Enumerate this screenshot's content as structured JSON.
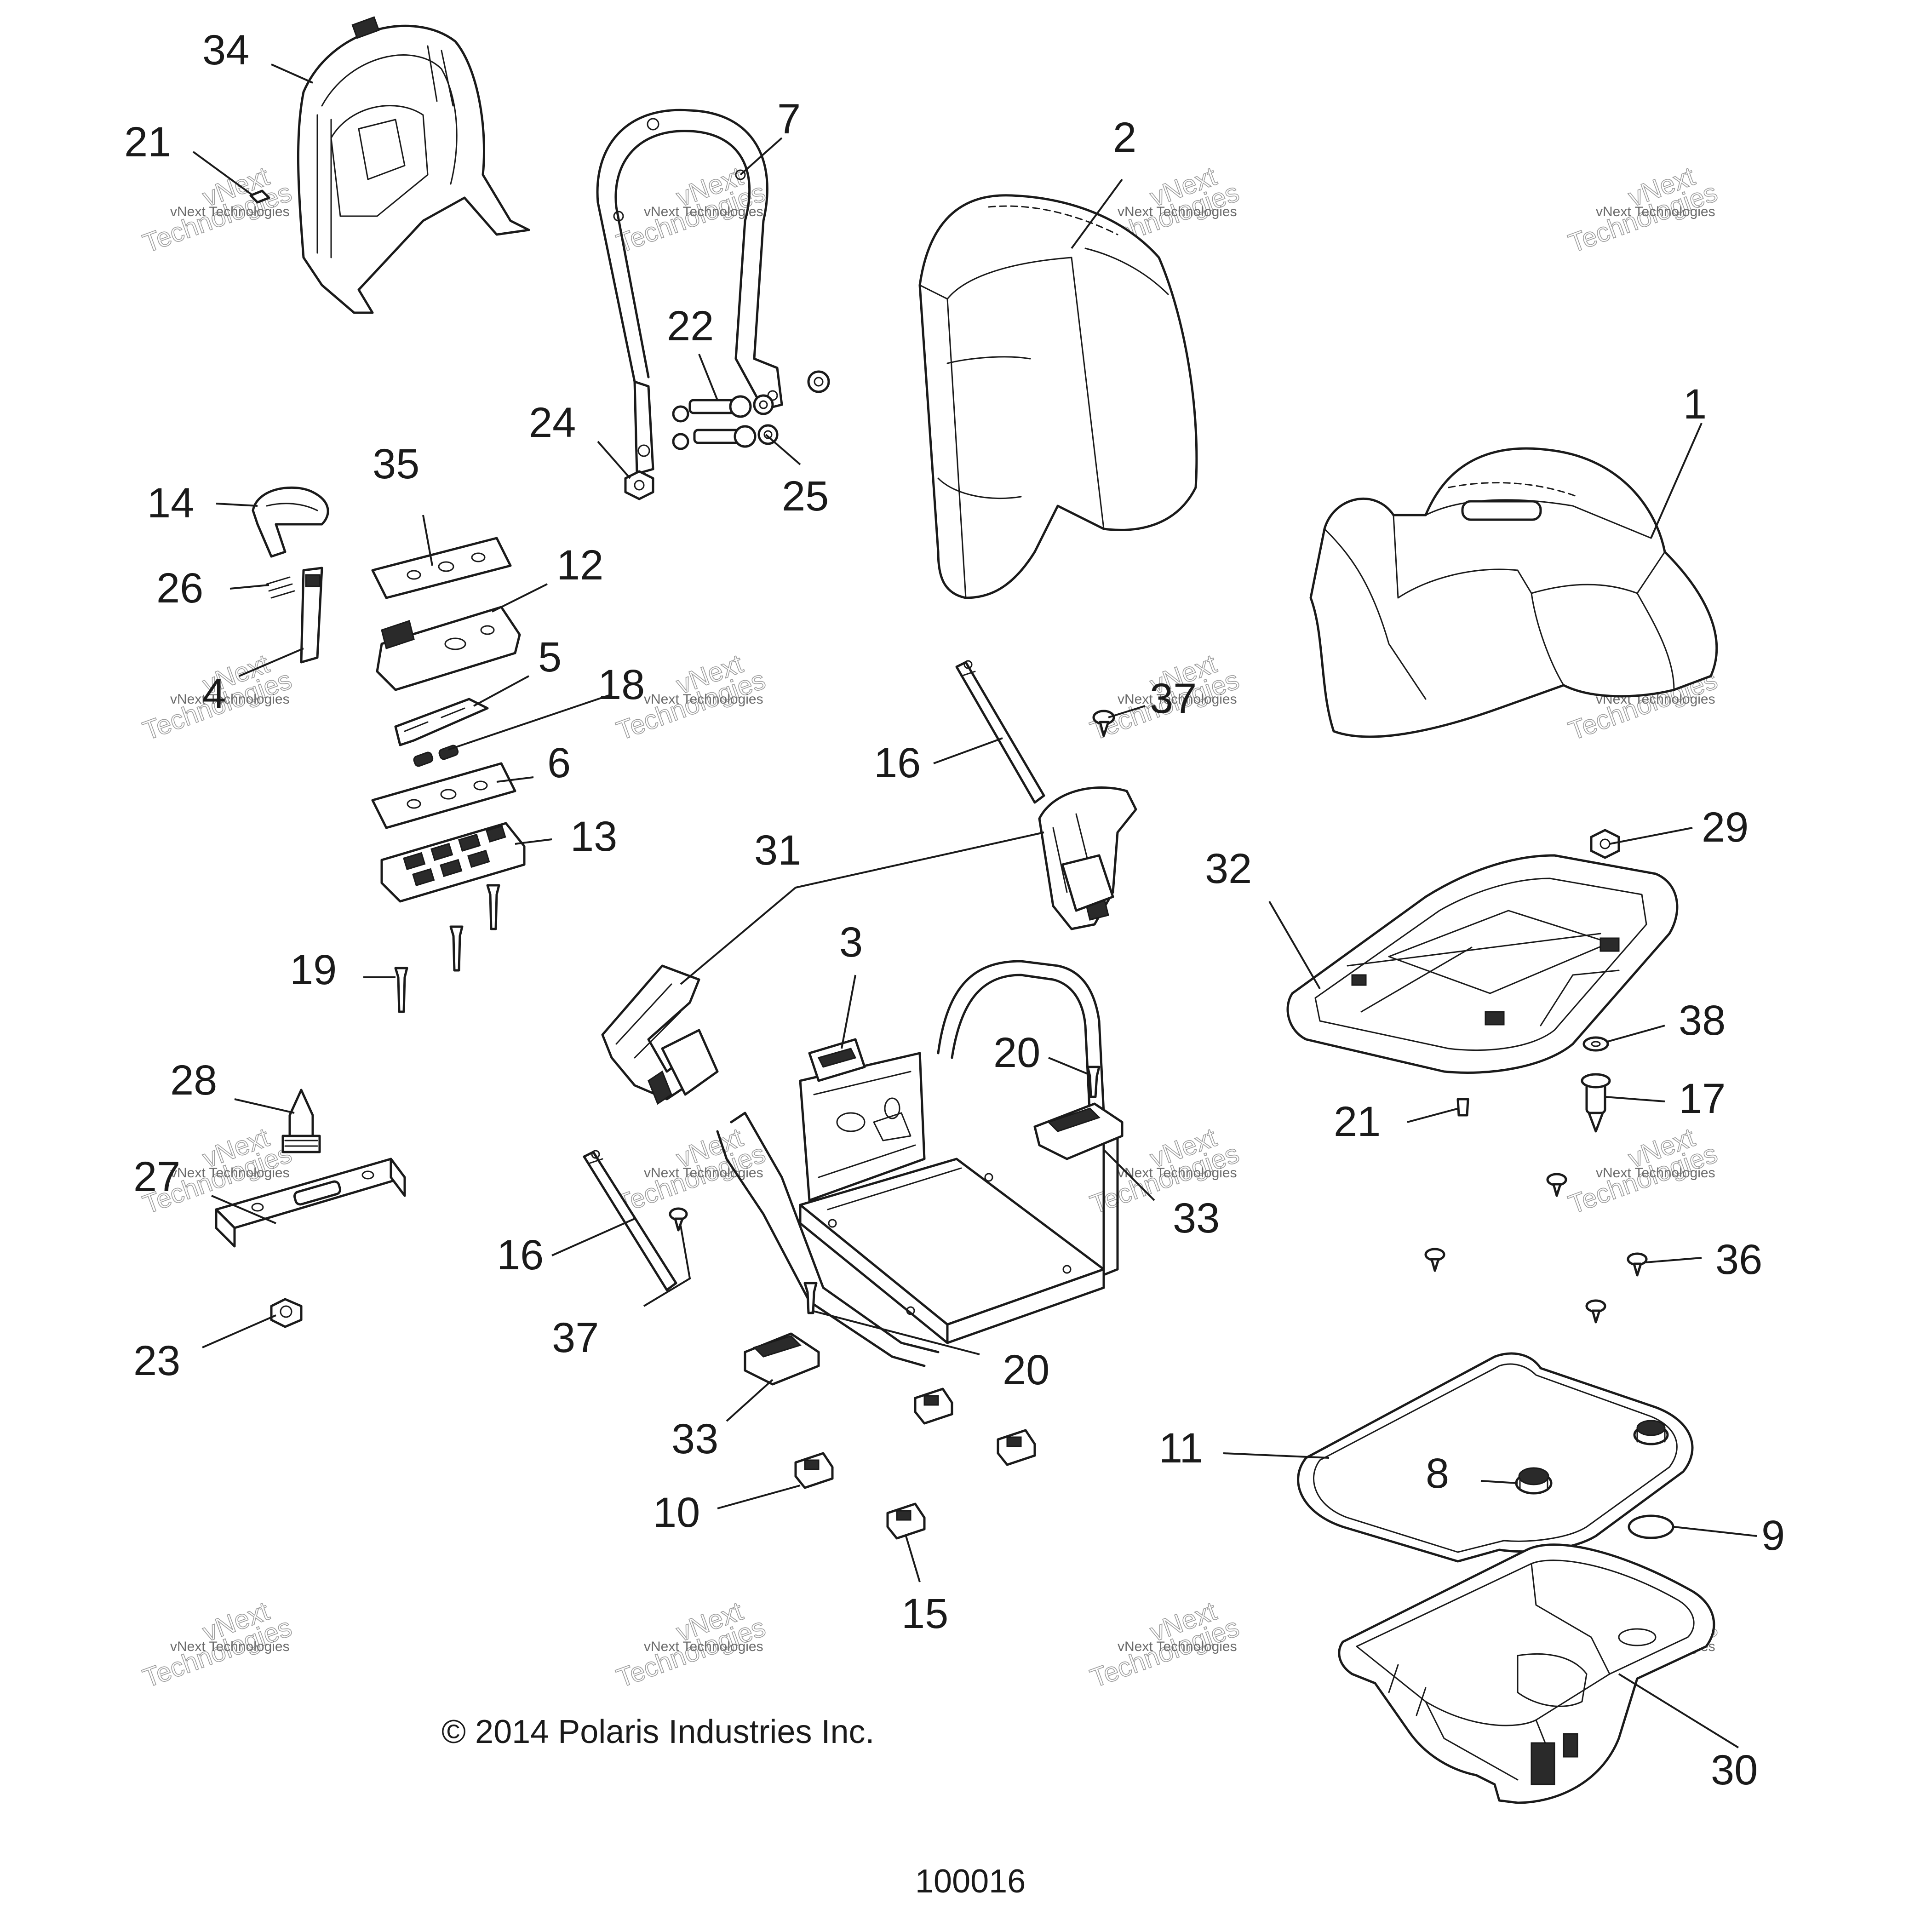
{
  "copyright": "© 2014 Polaris Industries Inc.",
  "figure_id": "100016",
  "watermark": {
    "line_small": "vNext Technologies",
    "line_big_1": "vNext",
    "line_big_2": "Technologies"
  },
  "callouts": {
    "c1": "1",
    "c2": "2",
    "c3": "3",
    "c4": "4",
    "c5": "5",
    "c6": "6",
    "c7": "7",
    "c8": "8",
    "c9": "9",
    "c10": "10",
    "c11": "11",
    "c12": "12",
    "c13": "13",
    "c14": "14",
    "c15": "15",
    "c16a": "16",
    "c16b": "16",
    "c17": "17",
    "c18": "18",
    "c19": "19",
    "c20a": "20",
    "c20b": "20",
    "c21a": "21",
    "c21b": "21",
    "c22": "22",
    "c23": "23",
    "c24": "24",
    "c25": "25",
    "c26": "26",
    "c27": "27",
    "c28": "28",
    "c29": "29",
    "c30": "30",
    "c31": "31",
    "c32": "32",
    "c33a": "33",
    "c33b": "33",
    "c34": "34",
    "c35": "35",
    "c36": "36",
    "c37a": "37",
    "c37b": "37",
    "c38": "38"
  }
}
